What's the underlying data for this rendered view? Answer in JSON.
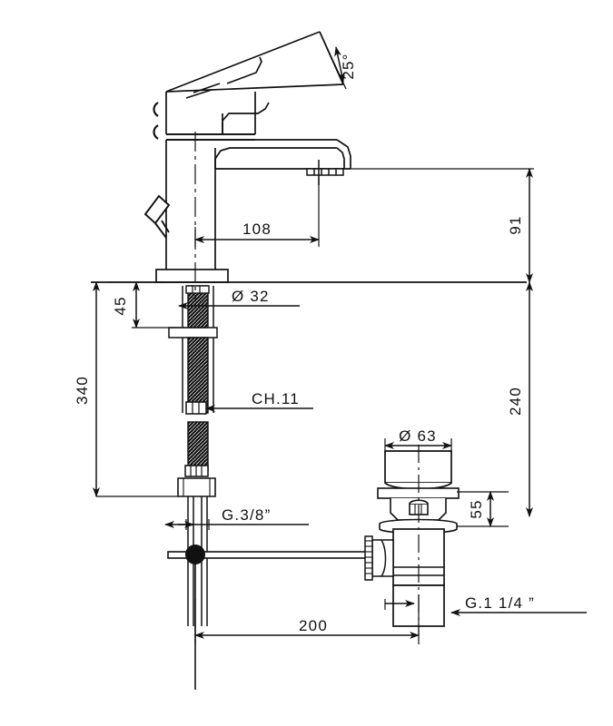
{
  "drawing": {
    "title": "Single-lever basin mixer with pop-up waste",
    "type": "technical-dimension-drawing",
    "units": "mm",
    "line_color": "#111111",
    "background_color": "#ffffff",
    "hatch_color": "#111111"
  },
  "dimensions": {
    "angle_handle": "25°",
    "spout_reach": "108",
    "spout_height": "91",
    "body_base_height": "45",
    "shank_total_length": "340",
    "column_to_drain_height": "240",
    "drain_upper_height": "55",
    "drain_flange_diameter": "Ø 63",
    "shank_diameter": "Ø 32",
    "hex_size": "CH.11",
    "supply_thread": "G.3/8”",
    "waste_thread": "G.1 1/4 ”",
    "rod_span": "200"
  },
  "labels": [
    {
      "id": "angle-25",
      "text": "25°",
      "kind": "angle"
    },
    {
      "id": "reach-108",
      "text": "108",
      "kind": "linear"
    },
    {
      "id": "height-91",
      "text": "91",
      "kind": "linear-vertical"
    },
    {
      "id": "height-45",
      "text": "45",
      "kind": "linear-vertical"
    },
    {
      "id": "length-340",
      "text": "340",
      "kind": "linear-vertical"
    },
    {
      "id": "height-240",
      "text": "240",
      "kind": "linear-vertical"
    },
    {
      "id": "height-55",
      "text": "55",
      "kind": "linear-vertical"
    },
    {
      "id": "dia-63",
      "text": "Ø 63",
      "kind": "diameter"
    },
    {
      "id": "dia-32",
      "text": "Ø 32",
      "kind": "diameter"
    },
    {
      "id": "hex-ch11",
      "text": "CH.11",
      "kind": "note"
    },
    {
      "id": "thread-g38",
      "text": "G.3/8”",
      "kind": "thread"
    },
    {
      "id": "thread-g114",
      "text": "G.1 1/4 ”",
      "kind": "thread"
    },
    {
      "id": "span-200",
      "text": "200",
      "kind": "linear"
    }
  ],
  "components": [
    {
      "id": "handle-lever",
      "name": "lever handle"
    },
    {
      "id": "mixer-body",
      "name": "mixer body column"
    },
    {
      "id": "spout",
      "name": "spout with aerator"
    },
    {
      "id": "mounting-base",
      "name": "mounting base / escutcheon"
    },
    {
      "id": "threaded-shank",
      "name": "threaded shank"
    },
    {
      "id": "lock-nut",
      "name": "lock nut"
    },
    {
      "id": "flexible-hose",
      "name": "flexible supply hose"
    },
    {
      "id": "pull-rod",
      "name": "pop-up pull rod"
    },
    {
      "id": "linkage-rod",
      "name": "horizontal linkage rod"
    },
    {
      "id": "ball-joint",
      "name": "ball joint pivot"
    },
    {
      "id": "pop-up-waste",
      "name": "pop-up waste body"
    },
    {
      "id": "waste-stopper",
      "name": "waste stopper cap"
    },
    {
      "id": "waste-gland-nut",
      "name": "waste gland nut"
    }
  ]
}
